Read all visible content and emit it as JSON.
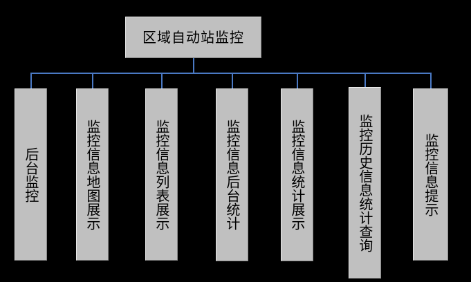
{
  "diagram": {
    "type": "organization-tree",
    "orientation": "top-down",
    "title_node": {
      "label": "区域自动站监控",
      "text_direction": "horizontal"
    },
    "colors": {
      "background": "#000000",
      "node_fill": "#c0c0c0",
      "node_border_light": "#e8e8e8",
      "node_border_dark": "#8a8a8a",
      "connector": "#4a79c4",
      "text": "#000000"
    },
    "children": [
      {
        "label": "后台监控",
        "chars": 4
      },
      {
        "label": "监控信息地图展示",
        "chars": 8
      },
      {
        "label": "监控信息列表展示",
        "chars": 8
      },
      {
        "label": "监控信息后台统计",
        "chars": 8
      },
      {
        "label": "监控信息统计展示",
        "chars": 8
      },
      {
        "label": "监控历史信息统计查询",
        "chars": 10
      },
      {
        "label": "监控信息提示",
        "chars": 6
      }
    ]
  }
}
